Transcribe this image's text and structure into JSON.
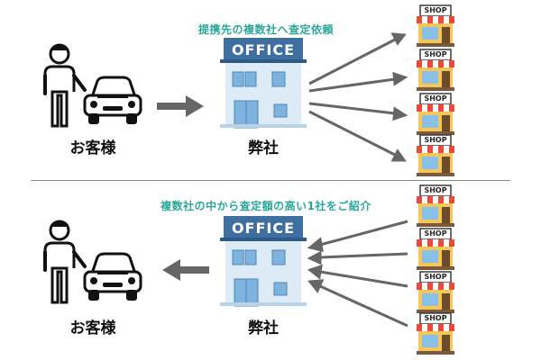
{
  "top_section": {
    "caption": "提携先の複数社へ査定依頼",
    "customer_label": "お客様",
    "company_label": "弊社",
    "office_sign": "OFFICE",
    "shop_sign": "SHOP",
    "arrow_color": "#666666",
    "caption_color": "#2aa89a"
  },
  "bottom_section": {
    "caption": "複数社の中から査定額の高い1社をご紹介",
    "customer_label": "お客様",
    "company_label": "弊社",
    "office_sign": "OFFICE",
    "shop_sign": "SHOP",
    "arrow_color": "#666666",
    "caption_color": "#2aa89a"
  },
  "icons": {
    "person": "person-icon",
    "car": "car-icon",
    "office": "office-building-icon",
    "shop": "shop-icon",
    "arrow": "arrow-icon"
  }
}
